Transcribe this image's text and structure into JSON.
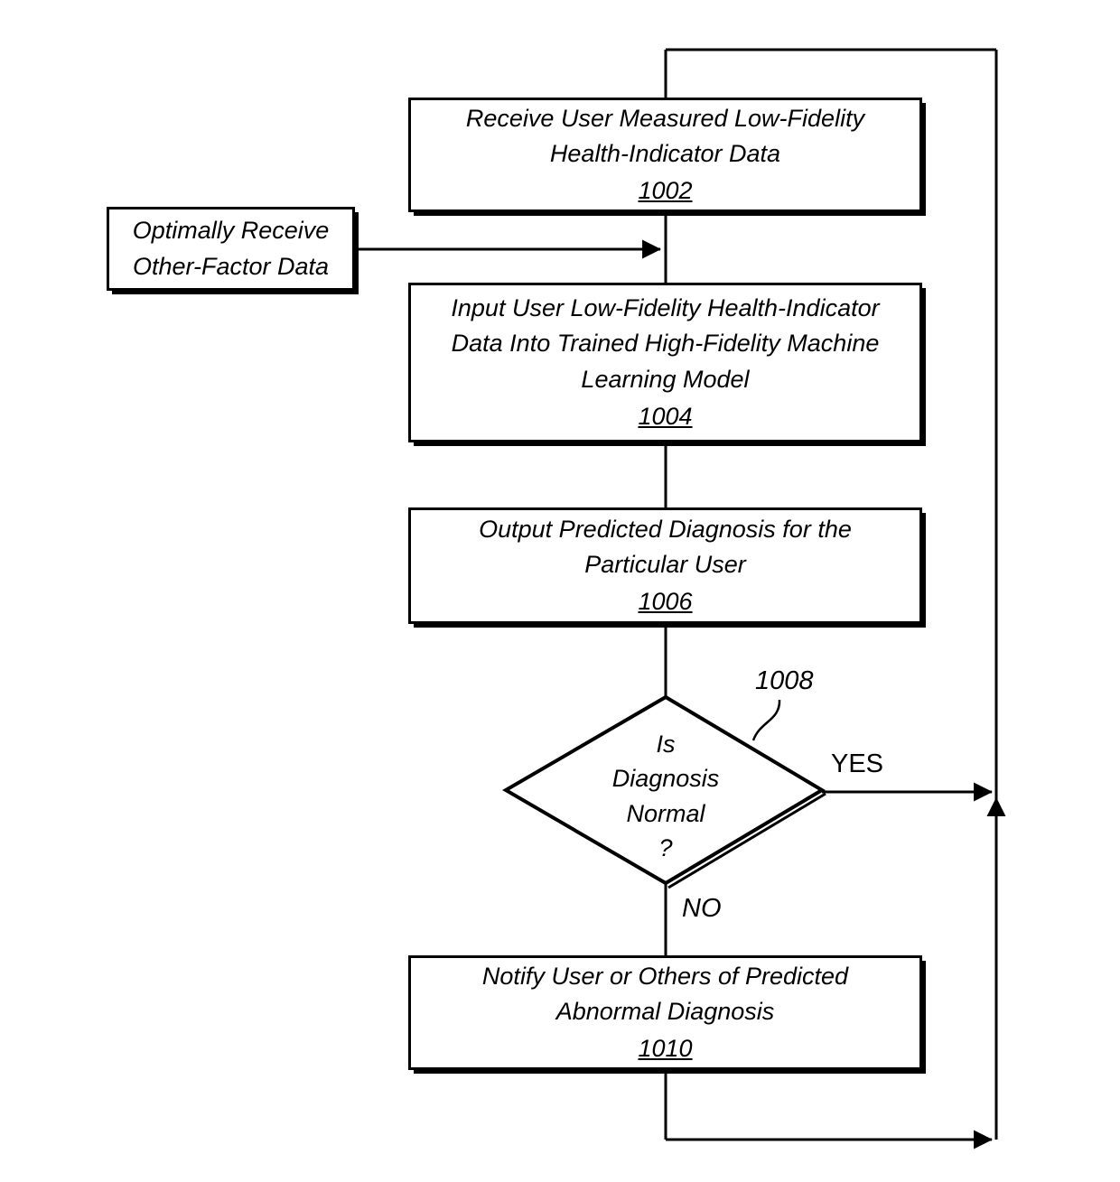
{
  "figure": {
    "type": "patent-flowchart",
    "orientation": "vertical-with-feedback-loop"
  },
  "nodes": {
    "side_box": {
      "line1": "Optimally Receive",
      "line2": "Other-Factor Data"
    },
    "step_1002": {
      "line1": "Receive User Measured Low-Fidelity",
      "line2": "Health-Indicator Data",
      "ref": "1002"
    },
    "step_1004": {
      "line1": "Input User Low-Fidelity Health-Indicator",
      "line2": "Data Into Trained High-Fidelity Machine",
      "line3": "Learning Model",
      "ref": "1004"
    },
    "step_1006": {
      "line1": "Output Predicted Diagnosis for the",
      "line2": "Particular User",
      "ref": "1006"
    },
    "decision_1008": {
      "line1": "Is",
      "line2": "Diagnosis",
      "line3": "Normal",
      "line4": "?",
      "ref": "1008"
    },
    "step_1010": {
      "line1": "Notify User or Others of Predicted",
      "line2": "Abnormal Diagnosis",
      "ref": "1010"
    }
  },
  "edges": {
    "yes_label": "YES",
    "no_label": "NO"
  },
  "colors": {
    "stroke": "#000000",
    "fill": "#ffffff",
    "text": "#000000"
  }
}
